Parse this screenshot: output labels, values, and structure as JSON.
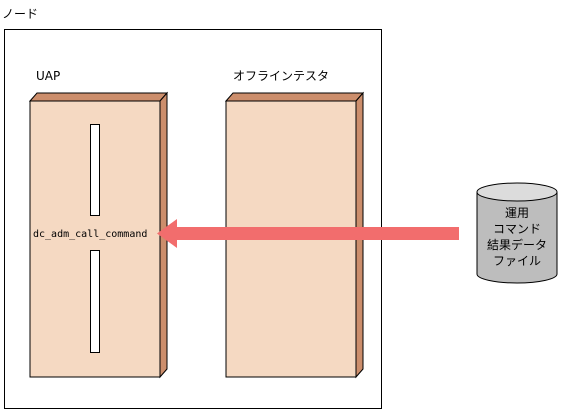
{
  "diagram": {
    "node": {
      "label": "ノード"
    },
    "uap": {
      "label": "UAP",
      "function_label": "dc_adm_call_command"
    },
    "offline_tester": {
      "label": "オフラインテスタ"
    },
    "result_file": {
      "lines": [
        "運用",
        "コマンド",
        "結果データ",
        "ファイル"
      ]
    },
    "colors": {
      "box_fill": "#f5d9c2",
      "box_side": "#cc8e6c",
      "arrow": "#f26d6d",
      "cylinder_body": "#bdbdbd",
      "cylinder_top": "#dcdcdc"
    }
  }
}
